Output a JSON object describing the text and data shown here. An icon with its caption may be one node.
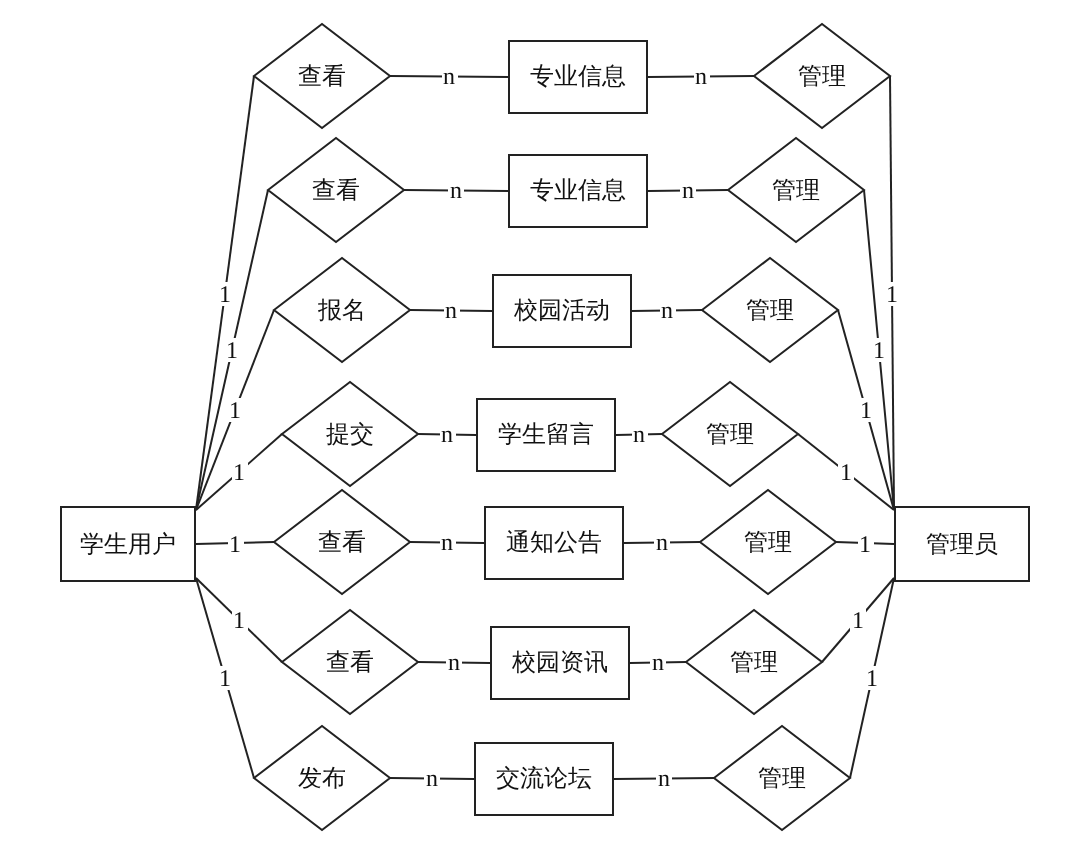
{
  "diagram": {
    "nodes": [
      {
        "text": [
          "学生用户"
        ]
      },
      {
        "text": [
          "查看"
        ]
      },
      {
        "text": [
          "专业信息"
        ]
      },
      {
        "text": [
          "管理"
        ]
      },
      {
        "text": [
          "查看"
        ]
      },
      {
        "text": [
          "专业信息"
        ]
      },
      {
        "text": [
          "管理"
        ]
      },
      {
        "text": [
          "报名"
        ]
      },
      {
        "text": [
          "校园活动"
        ]
      },
      {
        "text": [
          "管理"
        ]
      },
      {
        "text": [
          "提交"
        ]
      },
      {
        "text": [
          "学生留言"
        ]
      },
      {
        "text": [
          "管理"
        ]
      },
      {
        "text": [
          "查看"
        ]
      },
      {
        "text": [
          "通知公告"
        ]
      },
      {
        "text": [
          "管理"
        ]
      },
      {
        "text": [
          "查看"
        ]
      },
      {
        "text": [
          "校园资讯"
        ]
      },
      {
        "text": [
          "管理"
        ]
      },
      {
        "text": [
          "发布"
        ]
      },
      {
        "text": [
          "交流论坛"
        ]
      },
      {
        "text": [
          "管理"
        ]
      },
      {
        "text": [
          "管理员"
        ]
      }
    ],
    "edges": [
      {
        "from": 0,
        "to": 1,
        "arrow": "none",
        "label": "1"
      },
      {
        "from": 1,
        "to": 2,
        "arrow": "none",
        "label": "n"
      },
      {
        "from": 2,
        "to": 3,
        "arrow": "none",
        "label": "n"
      },
      {
        "from": 3,
        "to": 22,
        "arrow": "none",
        "label": "1"
      },
      {
        "from": 0,
        "to": 4,
        "arrow": "none",
        "label": "1"
      },
      {
        "from": 4,
        "to": 5,
        "arrow": "none",
        "label": "n"
      },
      {
        "from": 5,
        "to": 6,
        "arrow": "none",
        "label": "n"
      },
      {
        "from": 6,
        "to": 22,
        "arrow": "none",
        "label": "1"
      },
      {
        "from": 0,
        "to": 7,
        "arrow": "none",
        "label": "1"
      },
      {
        "from": 7,
        "to": 8,
        "arrow": "none",
        "label": "n"
      },
      {
        "from": 8,
        "to": 9,
        "arrow": "none",
        "label": "n"
      },
      {
        "from": 9,
        "to": 22,
        "arrow": "none",
        "label": "1"
      },
      {
        "from": 0,
        "to": 10,
        "arrow": "none",
        "label": "1"
      },
      {
        "from": 10,
        "to": 11,
        "arrow": "none",
        "label": "n"
      },
      {
        "from": 11,
        "to": 12,
        "arrow": "none",
        "label": "n"
      },
      {
        "from": 12,
        "to": 22,
        "arrow": "none",
        "label": "1"
      },
      {
        "from": 0,
        "to": 13,
        "arrow": "none",
        "label": "1"
      },
      {
        "from": 13,
        "to": 14,
        "arrow": "none",
        "label": "n"
      },
      {
        "from": 14,
        "to": 15,
        "arrow": "none",
        "label": "n"
      },
      {
        "from": 15,
        "to": 22,
        "arrow": "none",
        "label": "1"
      },
      {
        "from": 0,
        "to": 16,
        "arrow": "none",
        "label": "1"
      },
      {
        "from": 16,
        "to": 17,
        "arrow": "none",
        "label": "n"
      },
      {
        "from": 17,
        "to": 18,
        "arrow": "none",
        "label": "n"
      },
      {
        "from": 18,
        "to": 22,
        "arrow": "none",
        "label": "1"
      },
      {
        "from": 0,
        "to": 19,
        "arrow": "none",
        "label": "1"
      },
      {
        "from": 19,
        "to": 20,
        "arrow": "none",
        "label": "n"
      },
      {
        "from": 20,
        "to": 21,
        "arrow": "none",
        "label": "n"
      },
      {
        "from": 21,
        "to": 22,
        "arrow": "none",
        "label": "1"
      }
    ]
  }
}
